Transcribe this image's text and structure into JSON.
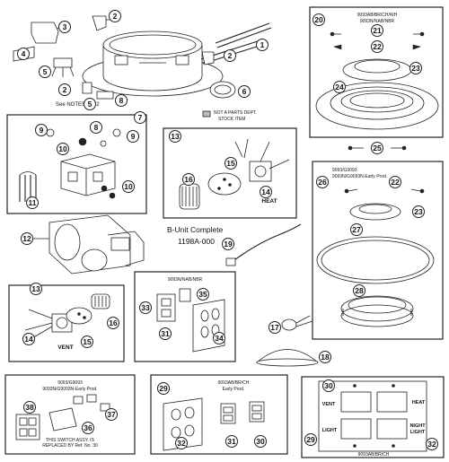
{
  "callouts": [
    "1",
    "2",
    "3",
    "4",
    "5",
    "6",
    "7",
    "8",
    "9",
    "10",
    "11",
    "12",
    "13",
    "14",
    "15",
    "16",
    "17",
    "18",
    "19",
    "20",
    "21",
    "22",
    "23",
    "24",
    "25",
    "26",
    "27",
    "28",
    "29",
    "30",
    "31",
    "32",
    "33",
    "34",
    "35",
    "36",
    "37",
    "38"
  ],
  "texts": {
    "see_notes": "See NOTES 1 & 2",
    "not_a_parts_dept": "NOT A PARTS DEPT.",
    "stock_item": "STOCK ITEM",
    "b_unit_complete": "B-Unit Complete",
    "b_unit_number": "1198A-000",
    "heat": "HEAT",
    "vent": "VENT",
    "box20_line1": "9093AB/BR/CH/WH",
    "box20_line2": "9093N/NAB/NBR",
    "box26_line1": "9093/G9093",
    "box26_line2": "9093N/G9093N-Early Prod.",
    "box33_line1": "9093N/NAB/NBR",
    "box38_line1": "9093/G9093",
    "box38_line2": "9093N/G9093N-Early Prod.",
    "switch_note1": "THIS SWITCH ASSY. IS",
    "switch_note2": "REPLACED BY Ref. No. 30",
    "box29_line1": "9093AB/BR/CH",
    "box29_line2": "Early Prod.",
    "panel_vent": "VENT",
    "panel_heat": "HEAT",
    "panel_light": "LIGHT",
    "panel_night_light1": "NIGHT",
    "panel_night_light2": "LIGHT",
    "panel_bottom": "9093AB/BR/CH"
  }
}
